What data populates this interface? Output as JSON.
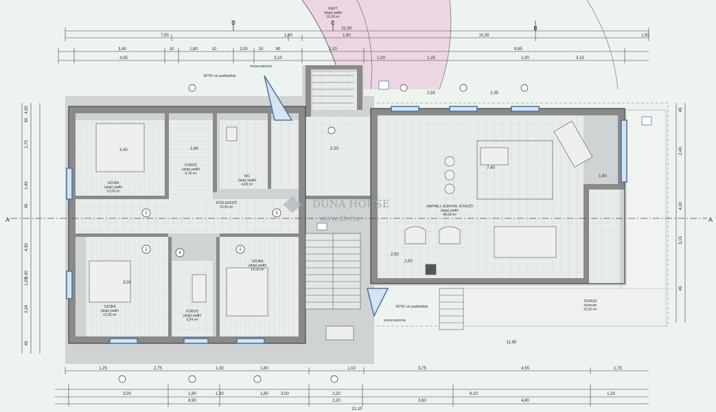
{
  "dimensions": {
    "top_overall": "21,50",
    "top_row1": [
      "7,50",
      "1,80",
      "1,90",
      "10,30",
      "1,50"
    ],
    "top_row2": [
      "3,40",
      "10",
      "1,80",
      "10",
      "2,00",
      "10",
      "90",
      "2,20",
      "9,85"
    ],
    "top_row3": [
      "4,05",
      "3,10",
      "1,00",
      "1,25",
      "1,00",
      "3,15"
    ],
    "bottom_row1": [
      "1,25",
      "2,75",
      "1,30",
      "1,80",
      "1,02",
      "3,75",
      "4,55",
      "1,75"
    ],
    "bottom_row2": [
      "3,00",
      "1,80",
      "1,30",
      "1,80",
      "3,00",
      "2,20",
      "6,10",
      "1,20"
    ],
    "bottom_row3": [
      "8,90",
      "2,20",
      "3,60",
      "4,80"
    ],
    "bottom_overall": "21,10",
    "inner": [
      "11,65",
      "2,55",
      "2,35",
      "3,40",
      "1,80",
      "2,20",
      "2,50",
      "7,40",
      "2,50",
      "1,50",
      "3,00"
    ],
    "left_side": [
      "4,50",
      "50",
      "1,70",
      "1,40",
      "45",
      "4,30",
      "9,30",
      "1,00",
      "2,24",
      "45"
    ],
    "right_side": [
      "45",
      "2,40",
      "4,00",
      "3,15",
      "45"
    ]
  },
  "rooms": {
    "bedroom1": [
      "SZOBA",
      "(alap) padló",
      "13,00 m²"
    ],
    "bedroom2": [
      "SZOBA",
      "(alap) padló",
      "12,00 m²"
    ],
    "bedroom3": [
      "SZOBA",
      "(alap) padló",
      "14,00 m²"
    ],
    "bathroom1": [
      "FÜRDŐ",
      "(alap) padló",
      "5,19 m²"
    ],
    "bathroom2": [
      "FÜRDŐ",
      "(alap) padló",
      "5,04 m²"
    ],
    "wc": [
      "WC",
      "(alap) padló",
      "4,00 m²"
    ],
    "hall": [
      "KÖZLEKEDŐ",
      "10,50 m²"
    ],
    "living": [
      "NAPPALI, KONYHA, ÉTKEZŐ",
      "(alap) padló",
      "45,00 m²"
    ],
    "terrace": [
      "TERASZ",
      "burkolat",
      "22,50 m²"
    ],
    "garden_top": [
      "KERT",
      "(alap) padló",
      "16,00 m²"
    ]
  },
  "labels": {
    "stair_note_top": "ereszcsatorna",
    "stair_note_bottom": "ereszcsatorna",
    "window_note_top": "60*60 cm padlóablak",
    "window_note_bottom": "60*60 cm padlóablak",
    "section_a": "A",
    "axis_d": "D",
    "axis_c": "C",
    "axis_b": "B",
    "axis_2": "2",
    "axis_3": "3",
    "axis_4": "4"
  },
  "watermark": {
    "brand": "DUNA HOUSE",
    "url": "www.dh.hu"
  },
  "colors": {
    "background": "#edf3ee",
    "wall": "#8a8a8a",
    "wall_dark": "#555555",
    "floor_tile": "#dfe3e2",
    "roof_pink": "#ecd6e4",
    "line": "#3a3a3a"
  }
}
